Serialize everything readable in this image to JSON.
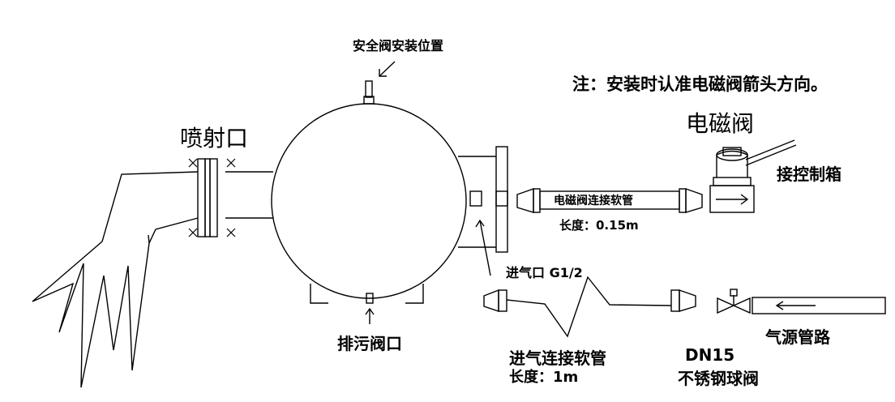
{
  "labels": {
    "safety_valve": "安全阀安装位置",
    "note": "注：安装时认准电磁阀箭头方向。",
    "nozzle": "喷射口",
    "solenoid_valve": "电磁阀",
    "control_box": "接控制箱",
    "solenoid_hose": "电磁阀连接软管",
    "solenoid_hose_length": "长度：0.15m",
    "inlet": "进气口 G1/2",
    "drain_valve": "排污阀口",
    "inlet_hose": "进气连接软管",
    "inlet_hose_length": "长度：1m",
    "ball_valve_size": "DN15",
    "ball_valve": "不锈钢球阀",
    "air_pipe": "气源管路"
  },
  "colors": {
    "line": "#000000",
    "background": "#ffffff"
  }
}
